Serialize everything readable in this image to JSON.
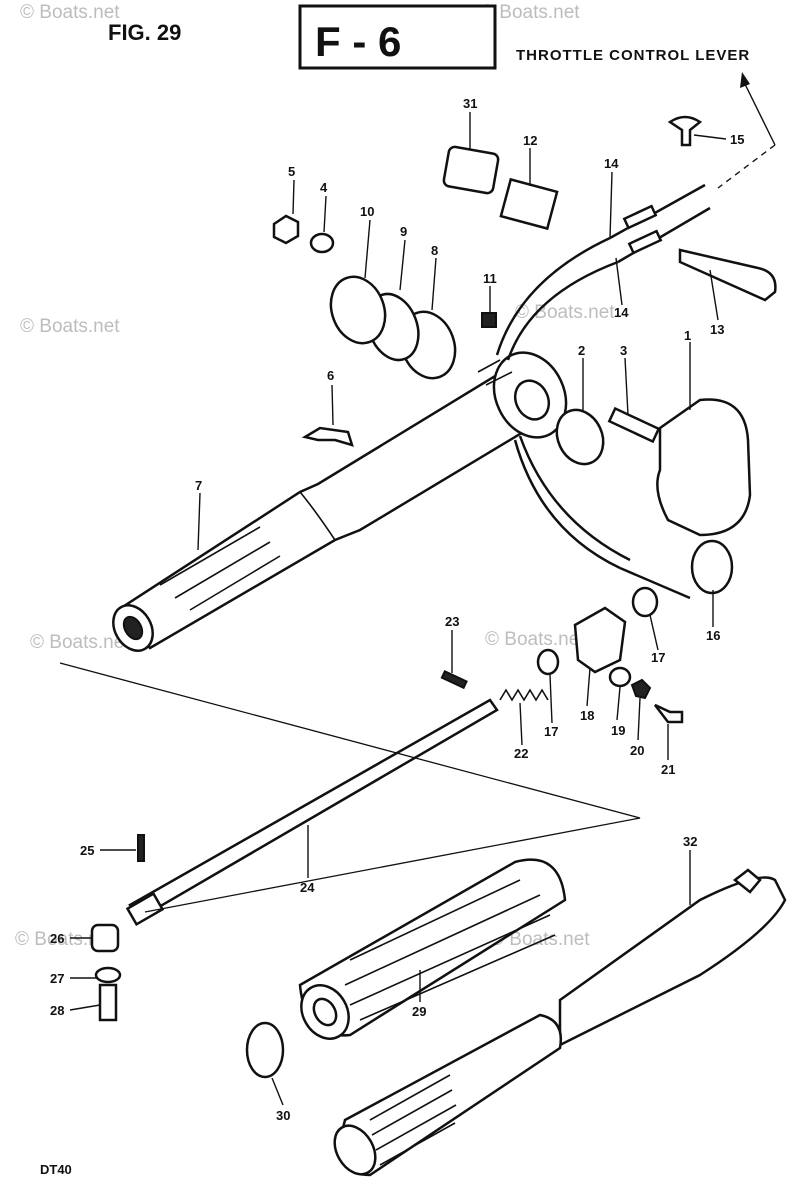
{
  "header": {
    "figure": "FIG. 29",
    "section": "F - 6",
    "title": "THROTTLE CONTROL LEVER"
  },
  "footer": {
    "model": "DT40"
  },
  "watermarks": [
    "© Boats.net",
    "© Boats.net",
    "© Boats.net",
    "© Boats.net",
    "© Boats.net",
    "© Boats.net",
    "© Boats.net",
    "© Boats.net"
  ],
  "parts": [
    {
      "number": "1"
    },
    {
      "number": "2"
    },
    {
      "number": "3"
    },
    {
      "number": "4"
    },
    {
      "number": "5"
    },
    {
      "number": "6"
    },
    {
      "number": "7"
    },
    {
      "number": "8"
    },
    {
      "number": "9"
    },
    {
      "number": "10"
    },
    {
      "number": "11"
    },
    {
      "number": "12"
    },
    {
      "number": "13"
    },
    {
      "number": "14"
    },
    {
      "number": "14"
    },
    {
      "number": "15"
    },
    {
      "number": "16"
    },
    {
      "number": "17"
    },
    {
      "number": "17"
    },
    {
      "number": "18"
    },
    {
      "number": "19"
    },
    {
      "number": "20"
    },
    {
      "number": "21"
    },
    {
      "number": "22"
    },
    {
      "number": "23"
    },
    {
      "number": "24"
    },
    {
      "number": "25"
    },
    {
      "number": "26"
    },
    {
      "number": "27"
    },
    {
      "number": "28"
    },
    {
      "number": "29"
    },
    {
      "number": "30"
    },
    {
      "number": "31"
    },
    {
      "number": "32"
    }
  ]
}
